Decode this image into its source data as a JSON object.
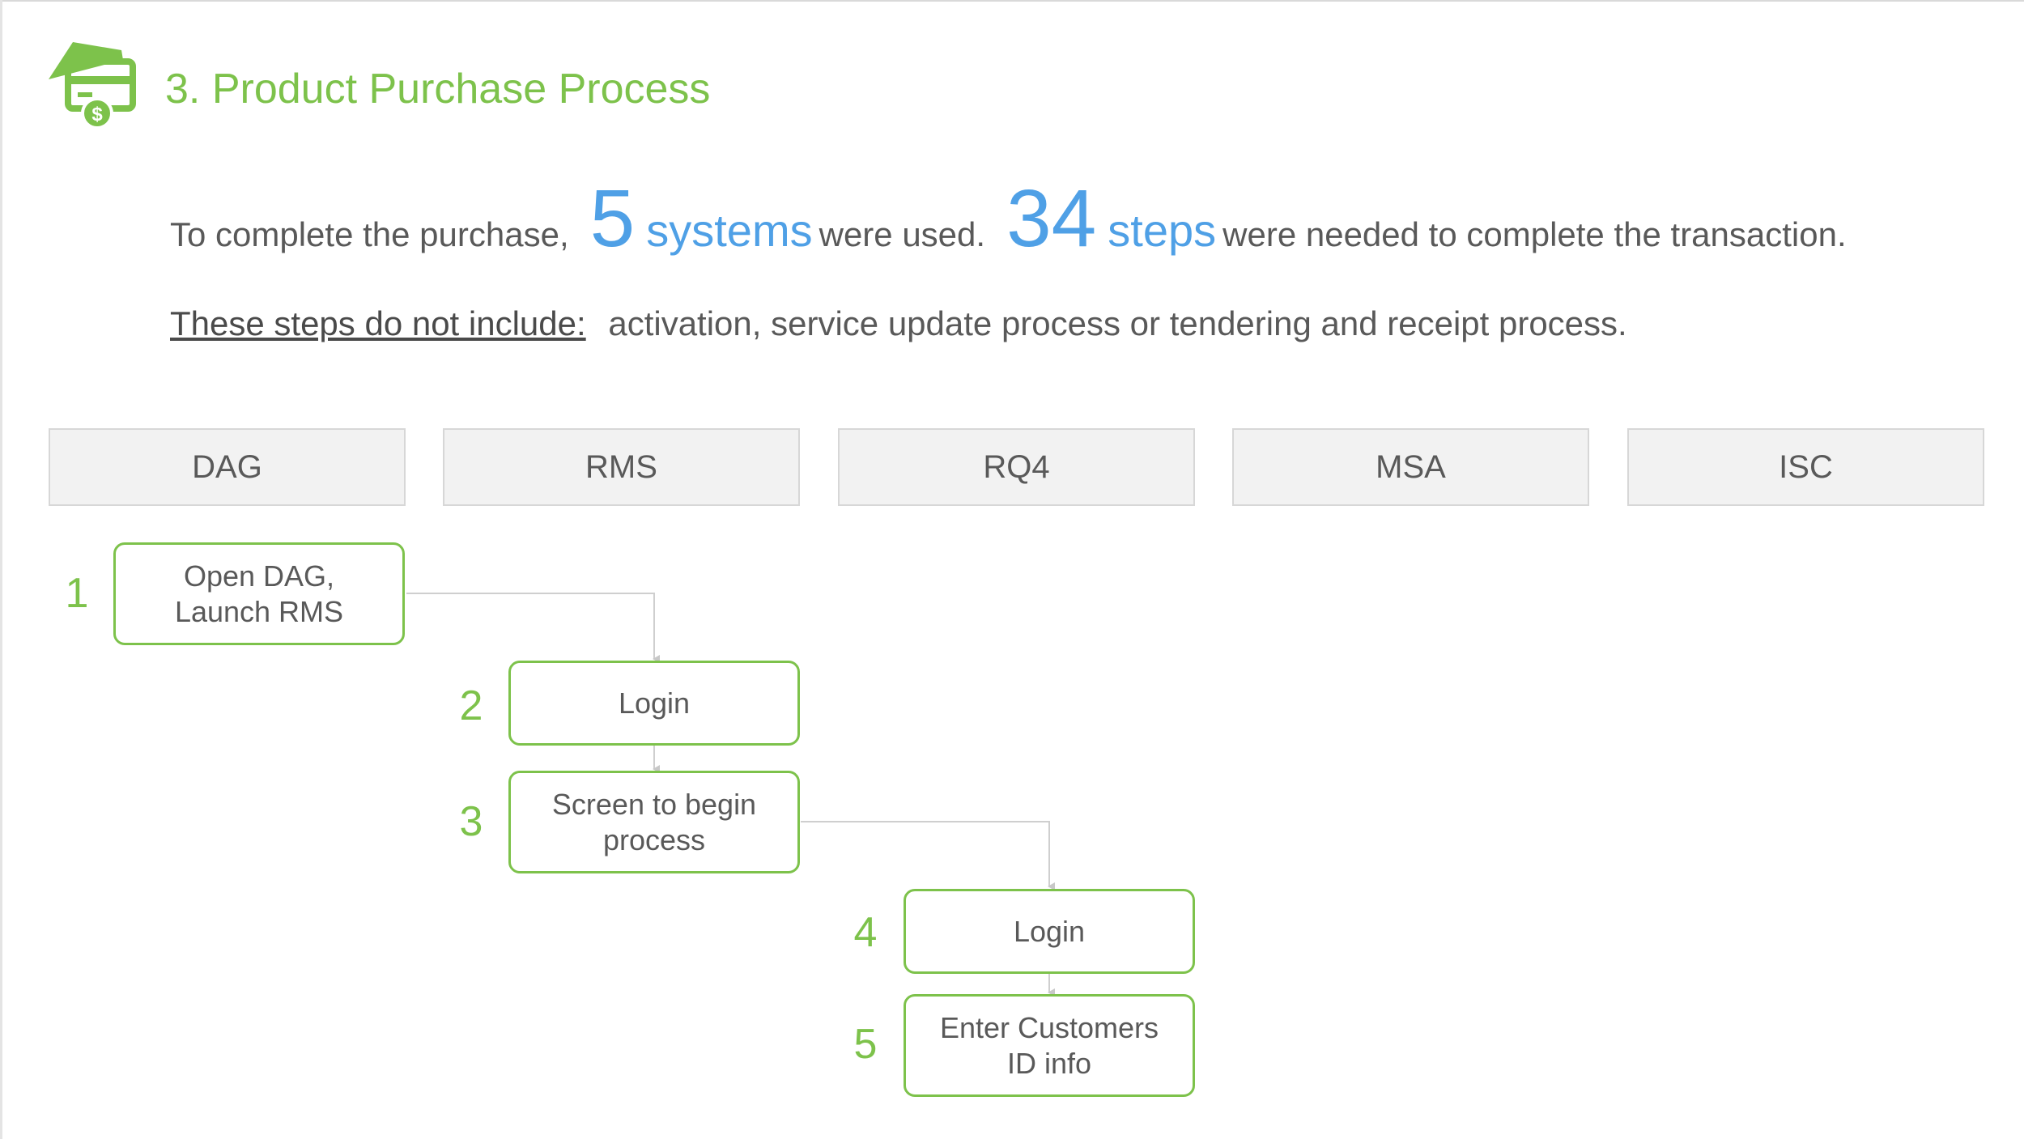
{
  "header": {
    "title": "3. Product Purchase Process",
    "icon": "credit-card-dollar-icon",
    "accent_color": "#7dc24b"
  },
  "summary": {
    "intro": "To complete the purchase,",
    "systems_count": "5",
    "systems_word": "systems",
    "systems_tail": "were used.",
    "steps_count": "34",
    "steps_word": "steps",
    "steps_tail": "were needed to complete the transaction.",
    "highlight_color": "#4fa0e6"
  },
  "note": {
    "label": "These steps do not include:",
    "text": "activation, service update process or tendering and receipt process."
  },
  "lanes": [
    "DAG",
    "RMS",
    "RQ4",
    "MSA",
    "ISC"
  ],
  "steps": [
    {
      "number": "1",
      "text": "Open DAG,\nLaunch RMS",
      "lane": "DAG"
    },
    {
      "number": "2",
      "text": "Login",
      "lane": "RMS"
    },
    {
      "number": "3",
      "text": "Screen to begin\nprocess",
      "lane": "RMS"
    },
    {
      "number": "4",
      "text": "Login",
      "lane": "RQ4"
    },
    {
      "number": "5",
      "text": "Enter Customers\nID info",
      "lane": "RQ4"
    }
  ]
}
